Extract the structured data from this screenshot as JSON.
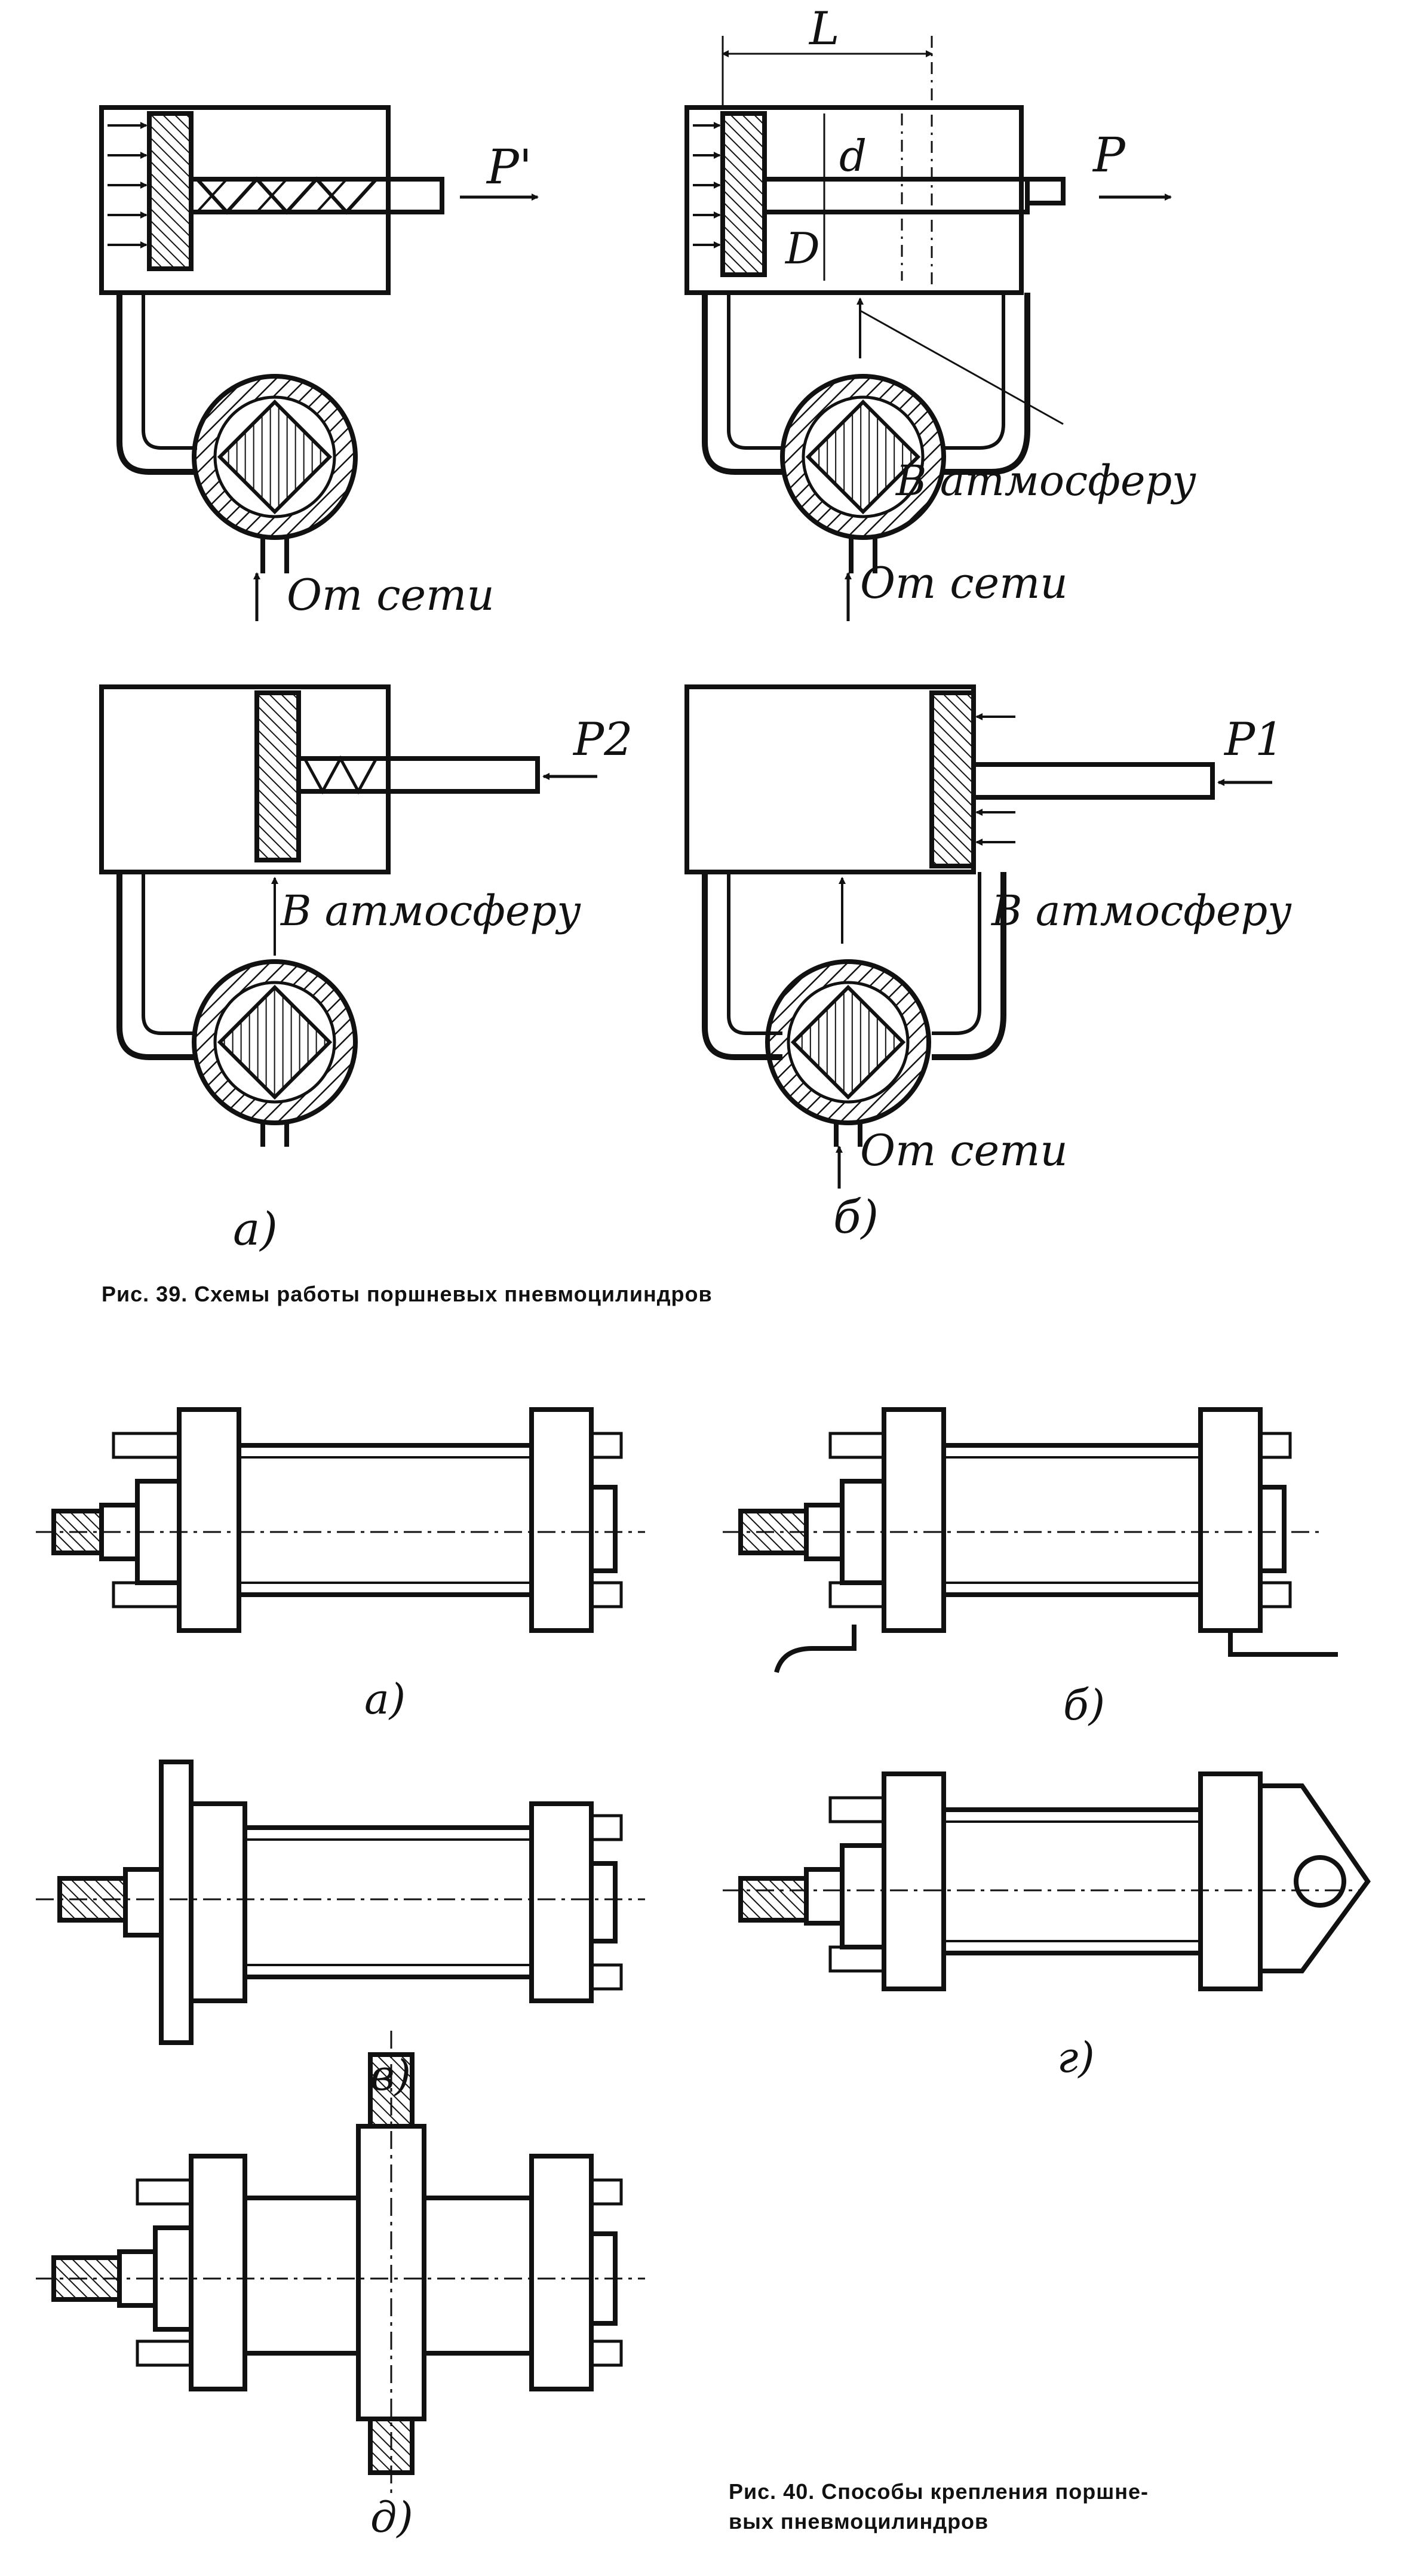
{
  "fig39": {
    "caption": "Рис. 39. Схемы работы поршневых пневмоцилиндров",
    "labels": {
      "force_p_prime": "P'",
      "force_p": "P",
      "force_p2": "P2",
      "force_p1": "P1",
      "dim_L": "L",
      "dim_d": "d",
      "dim_D": "D",
      "to_atmosphere": "В атмосферу",
      "from_network": "От сети",
      "variant_a": "а)",
      "variant_b": "б)"
    }
  },
  "fig40": {
    "caption_line1": "Рис. 40. Способы крепления поршне-",
    "caption_line2": "вых пневмоцилиндров",
    "variants": [
      "а)",
      "б)",
      "в)",
      "г)",
      "д)"
    ]
  }
}
